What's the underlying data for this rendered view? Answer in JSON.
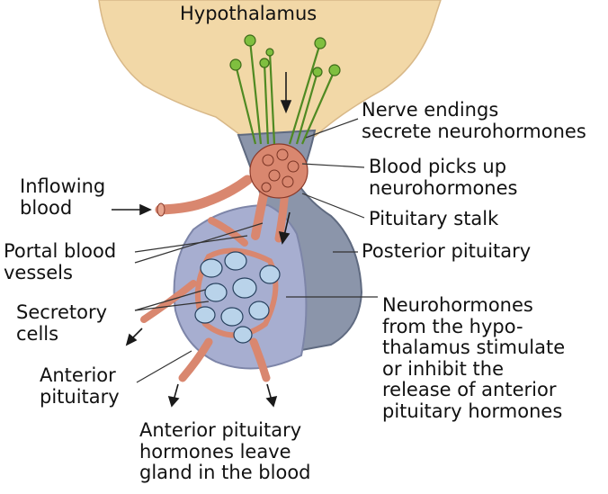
{
  "labels": {
    "hypothalamus": "Hypothalamus",
    "nerve_endings": [
      "Nerve endings",
      "secrete neurohormones"
    ],
    "blood_picks_up": [
      "Blood picks up",
      "neurohormones"
    ],
    "pituitary_stalk": "Pituitary stalk",
    "posterior_pituitary": "Posterior pituitary",
    "inflowing_blood": [
      "Inflowing",
      "blood"
    ],
    "portal_vessels": [
      "Portal blood",
      "vessels"
    ],
    "secretory_cells": [
      "Secretory",
      "cells"
    ],
    "anterior_pituitary": [
      "Anterior",
      "pituitary"
    ],
    "neurohormones_stimulate": [
      "Neurohormones",
      "from the hypo-",
      "thalamus stimulate",
      "or inhibit the",
      "release of anterior",
      "pituitary hormones"
    ],
    "hormones_leave": [
      "Anterior pituitary",
      "hormones leave",
      "gland in the blood"
    ]
  },
  "colors": {
    "hypothalamus_tissue": "#f2d8a7",
    "posterior_pituitary": "#8b95aa",
    "anterior_pituitary": "#a7aed0",
    "blood_vessel": "#d9876f",
    "neuron": "#7fbf3f",
    "secretory_cell": "#b9d3ea"
  }
}
